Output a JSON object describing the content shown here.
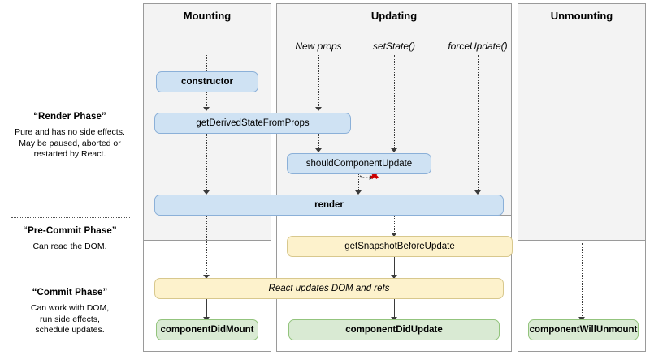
{
  "diagram": {
    "title": "React component lifecycle",
    "colors": {
      "render_box": "#cfe2f3",
      "render_border": "#8bb0d8",
      "precommit_box": "#fdf2cc",
      "precommit_border": "#d8c88d",
      "commit_box": "#d9ead3",
      "commit_border": "#93c47d",
      "column_gray": "#f3f3f3",
      "abort_marker": "#cc0000"
    }
  },
  "phases": [
    {
      "title": "“Render Phase”",
      "description": "Pure and has no side effects.\nMay be paused, aborted or\nrestarted by React.",
      "line1": "Pure and has no side effects.",
      "line2": "May be paused, aborted or",
      "line3": "restarted by React."
    },
    {
      "title": "“Pre-Commit Phase”",
      "description": "Can read the DOM.",
      "line1": "Can read the DOM.",
      "line2": "",
      "line3": ""
    },
    {
      "title": "“Commit Phase”",
      "description": "Can work with DOM,\nrun side effects,\nschedule updates.",
      "line1": "Can work with DOM,",
      "line2": "run side effects,",
      "line3": "schedule updates."
    }
  ],
  "columns": [
    {
      "id": "mounting",
      "header": "Mounting"
    },
    {
      "id": "updating",
      "header": "Updating"
    },
    {
      "id": "unmounting",
      "header": "Unmounting"
    }
  ],
  "triggers": [
    {
      "label": "New props"
    },
    {
      "label": "setState()"
    },
    {
      "label": "forceUpdate()"
    }
  ],
  "nodes": [
    {
      "id": "constructor",
      "label": "constructor",
      "phase": "render",
      "style": "bold"
    },
    {
      "id": "getDerivedStateFromProps",
      "label": "getDerivedStateFromProps",
      "phase": "render",
      "style": "normal"
    },
    {
      "id": "shouldComponentUpdate",
      "label": "shouldComponentUpdate",
      "phase": "render",
      "style": "normal"
    },
    {
      "id": "render",
      "label": "render",
      "phase": "render",
      "style": "bold"
    },
    {
      "id": "getSnapshotBeforeUpdate",
      "label": "getSnapshotBeforeUpdate",
      "phase": "precommit",
      "style": "normal"
    },
    {
      "id": "reactUpdatesDom",
      "label": "React updates DOM and refs",
      "phase": "commit",
      "style": "italic"
    },
    {
      "id": "componentDidMount",
      "label": "componentDidMount",
      "phase": "commit",
      "style": "bold"
    },
    {
      "id": "componentDidUpdate",
      "label": "componentDidUpdate",
      "phase": "commit",
      "style": "bold"
    },
    {
      "id": "componentWillUnmount",
      "label": "componentWillUnmount",
      "phase": "commit",
      "style": "bold"
    }
  ],
  "markers": [
    {
      "id": "abort-x",
      "label": "✖",
      "meaning": "update aborted when shouldComponentUpdate returns false"
    }
  ]
}
